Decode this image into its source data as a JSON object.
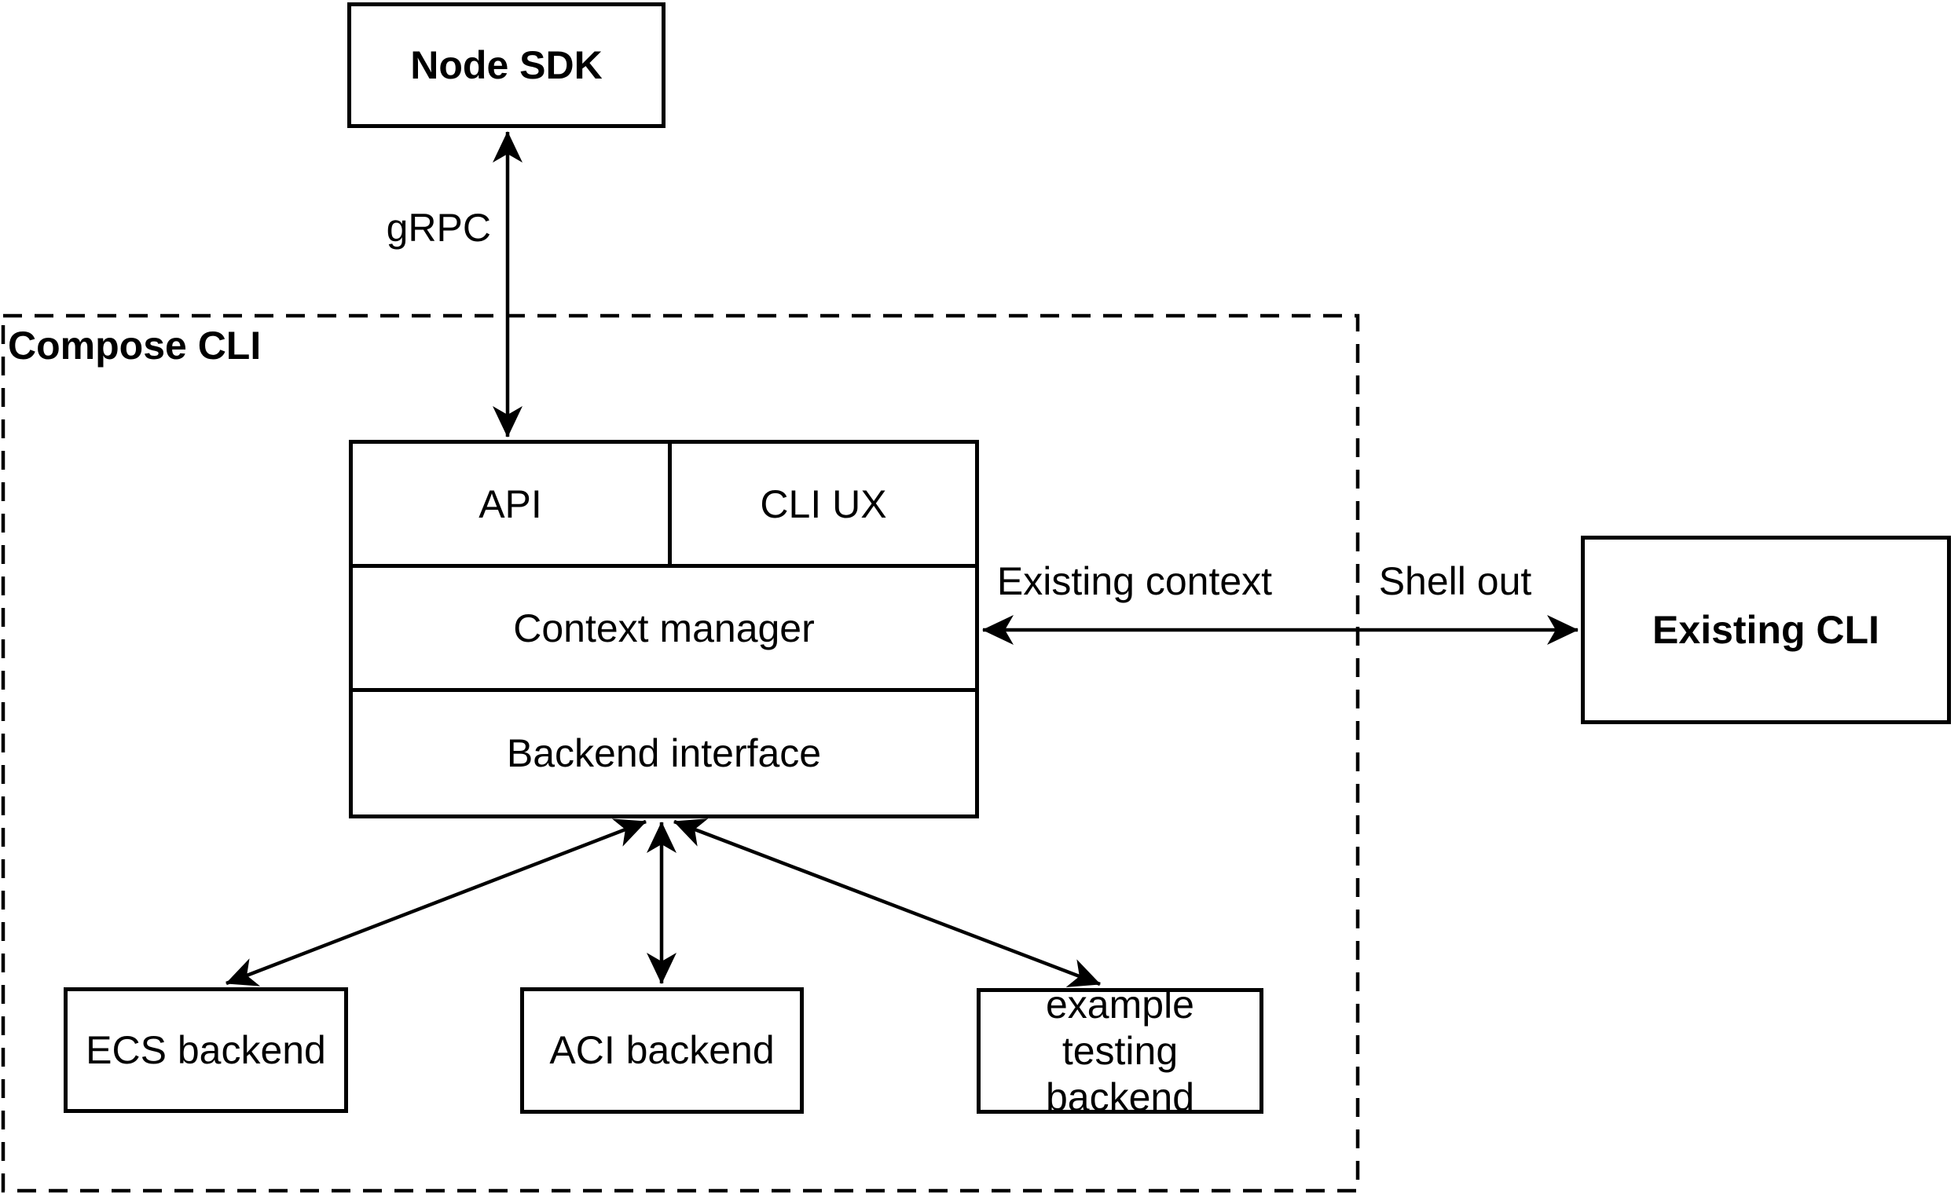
{
  "colors": {
    "stroke": "#000000",
    "background": "#ffffff",
    "text": "#000000"
  },
  "group": {
    "compose_cli": "Compose CLI"
  },
  "nodes": {
    "node_sdk": "Node SDK",
    "api": "API",
    "cli_ux": "CLI UX",
    "context_manager": "Context manager",
    "backend_interface": "Backend interface",
    "existing_cli": "Existing CLI",
    "ecs_backend": "ECS backend",
    "aci_backend": "ACI backend",
    "example_testing_backend": "example testing backend"
  },
  "edge_labels": {
    "grpc": "gRPC",
    "existing_context": "Existing context",
    "shell_out": "Shell out"
  }
}
